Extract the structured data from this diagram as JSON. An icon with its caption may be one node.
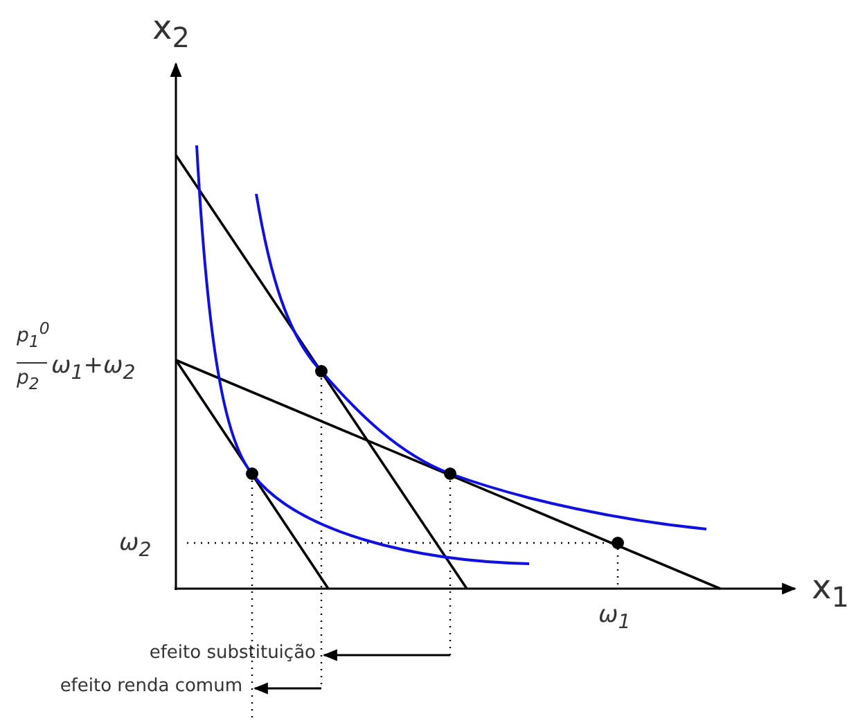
{
  "diagram": {
    "labels": [
      "x$_{2}$",
      "p$_{1}$$^{0}$",
      "p$_{2}$",
      "ω$_{1}$+ω$_{2}$",
      "ω$_{2}$",
      "x$_{1}$",
      "ω$_{1}$",
      "efeito substituição",
      "efeito renda comum"
    ]
  }
}
